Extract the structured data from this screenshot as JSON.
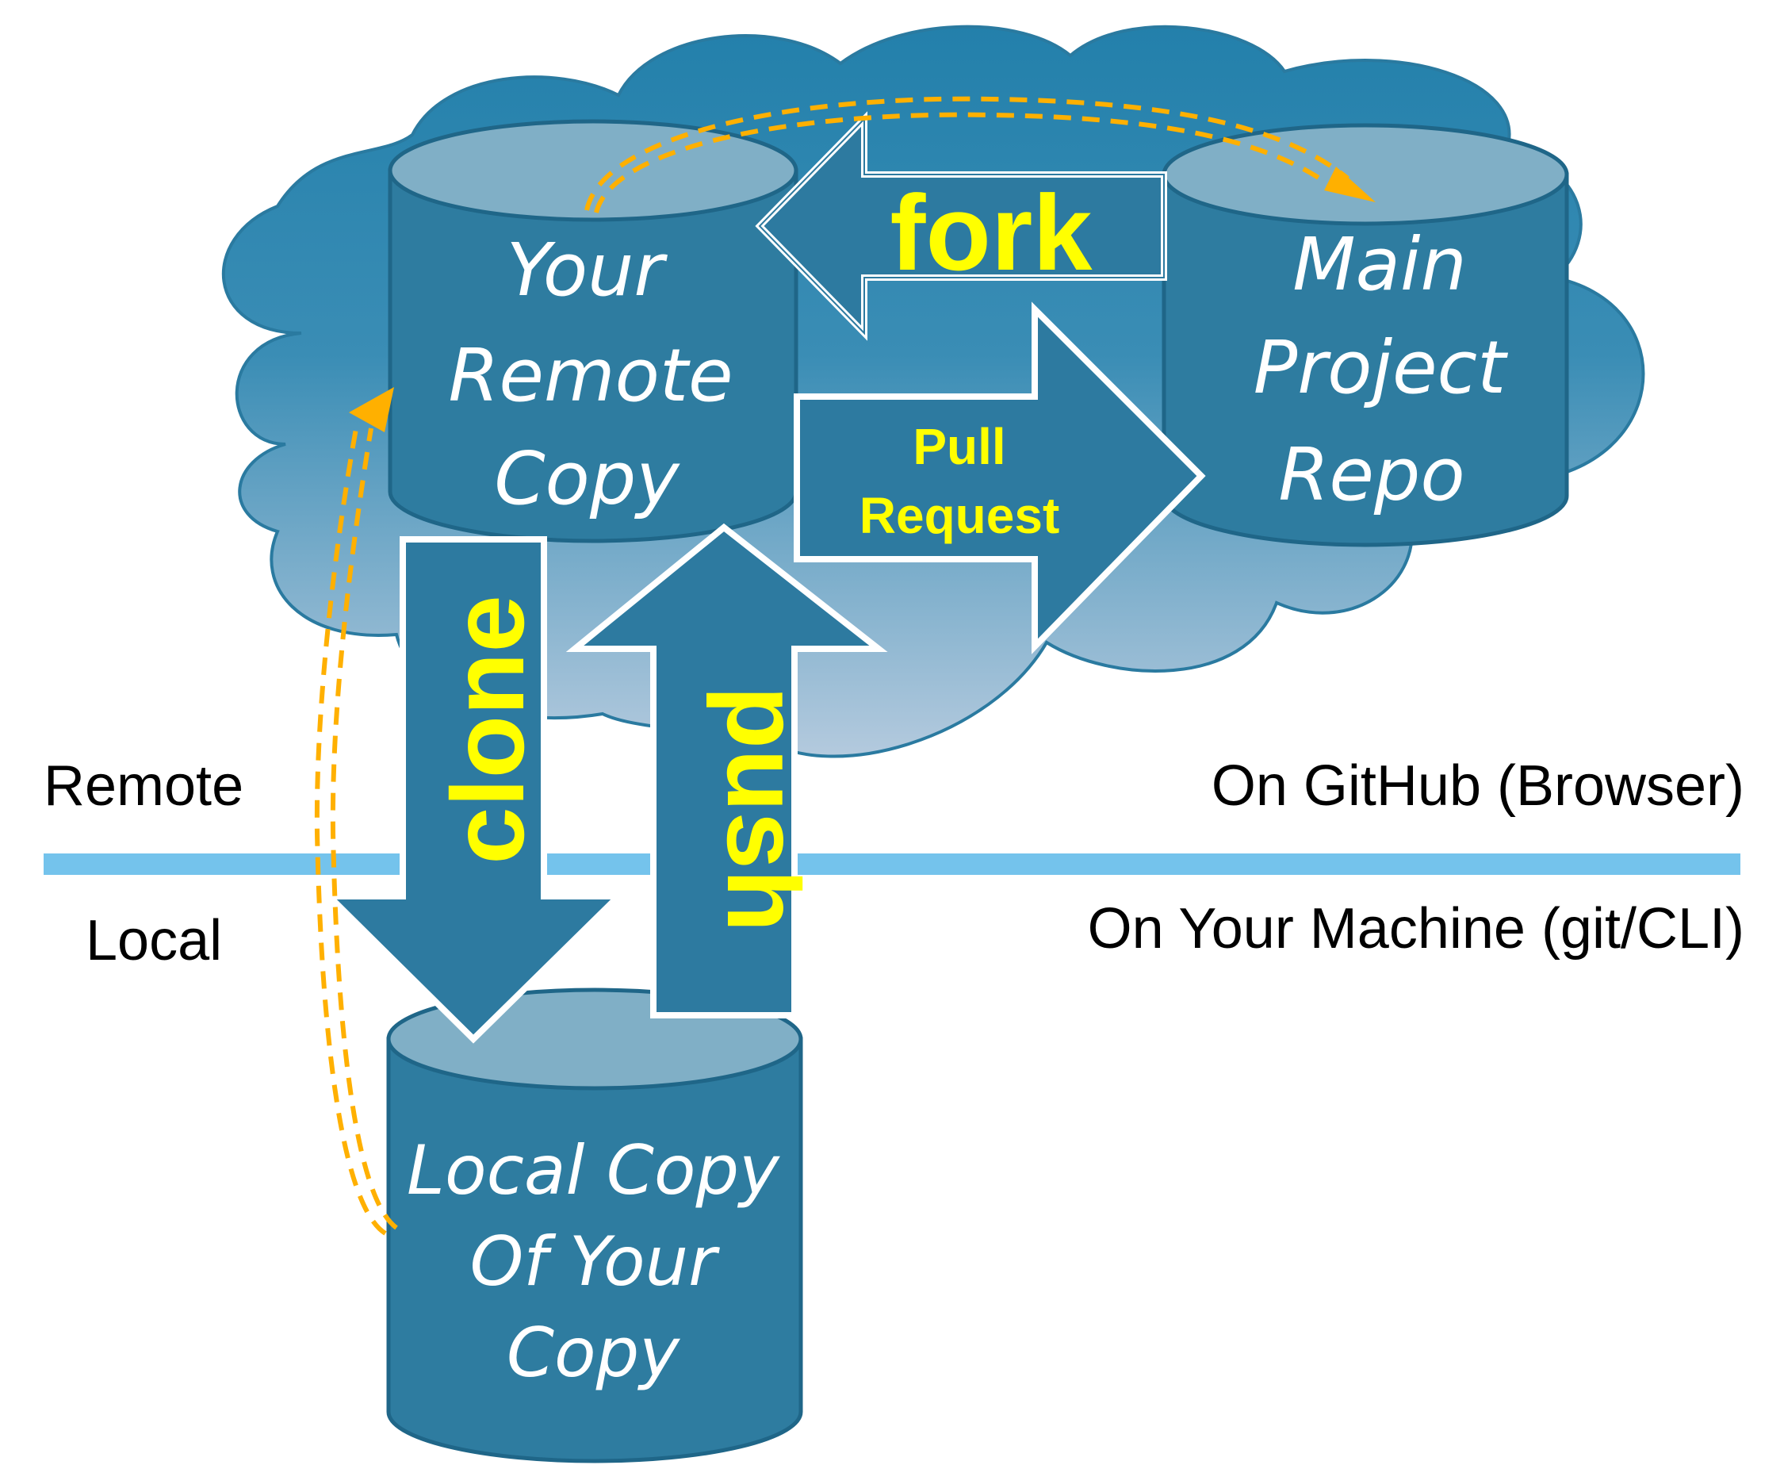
{
  "colors": {
    "cloud_top": "#2380ab",
    "cloud_bottom": "#b4cade",
    "cylinder_body": "#2e7ca0",
    "cylinder_top": "#80afc6",
    "arrow_fill": "#2d7aa0",
    "arrow_label": "#ffff00",
    "dashed_path": "#ffb000",
    "divider": "#74c3ec",
    "text": "#000000"
  },
  "repos": {
    "your_remote": {
      "lines": [
        "Your",
        "Remote",
        "Copy"
      ]
    },
    "main_project": {
      "lines": [
        "Main",
        "Project",
        "Repo"
      ]
    },
    "local_copy": {
      "lines": [
        "Local Copy",
        "Of Your",
        "Copy"
      ]
    }
  },
  "actions": {
    "fork": "fork",
    "pull_request": [
      "Pull",
      "Request"
    ],
    "clone": "clone",
    "push": "push"
  },
  "zones": {
    "remote_left": "Remote",
    "remote_right": "On GitHub (Browser)",
    "local_left": "Local",
    "local_right": "On Your Machine (git/CLI)"
  }
}
